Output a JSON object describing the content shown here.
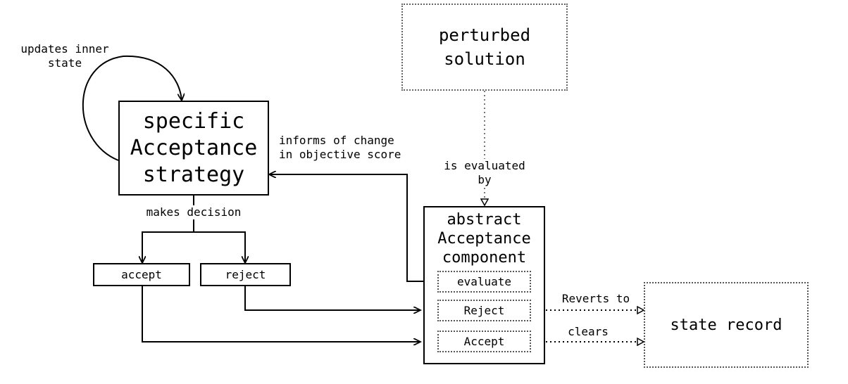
{
  "nodes": {
    "perturbed_solution": "perturbed\nsolution",
    "specific_strategy": "specific\nAcceptance\nstrategy",
    "abstract_component": "abstract\nAcceptance\ncomponent",
    "evaluate": "evaluate",
    "reject_method": "Reject",
    "accept_method": "Accept",
    "accept_decision": "accept",
    "reject_decision": "reject",
    "state_record": "state record"
  },
  "edges": {
    "updates_inner_state": "updates inner\nstate",
    "informs_change": "informs of change\nin objective score",
    "is_evaluated_by": "is evaluated\nby",
    "makes_decision": "makes decision",
    "reverts_to": "Reverts to",
    "clears": "clears"
  }
}
